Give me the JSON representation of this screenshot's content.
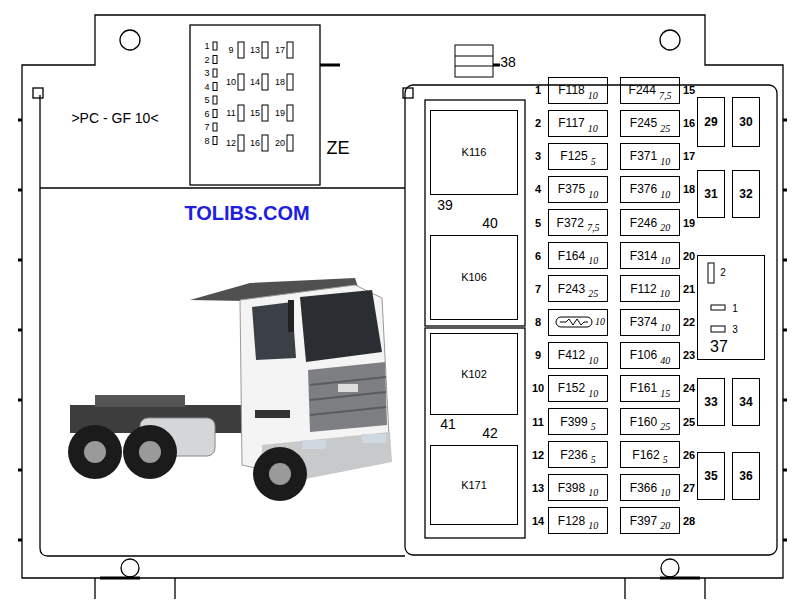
{
  "diagram": {
    "nodes": [
      {
        "text": [
          "K116"
        ]
      },
      {
        "text": [
          "K106"
        ]
      },
      {
        "text": [
          "K102"
        ]
      },
      {
        "text": [
          "K171"
        ]
      },
      {
        "text": [
          "F118",
          "10"
        ]
      },
      {
        "text": [
          "F117",
          "10"
        ]
      },
      {
        "text": [
          "F125",
          "5"
        ]
      },
      {
        "text": [
          "F375",
          "10"
        ]
      },
      {
        "text": [
          "F372",
          "7,5"
        ]
      },
      {
        "text": [
          "F164",
          "10"
        ]
      },
      {
        "text": [
          "F243",
          "25"
        ]
      },
      {
        "text": [
          "10"
        ]
      },
      {
        "text": [
          "F412",
          "10"
        ]
      },
      {
        "text": [
          "F152",
          "10"
        ]
      },
      {
        "text": [
          "F399",
          "5"
        ]
      },
      {
        "text": [
          "F236",
          "5"
        ]
      },
      {
        "text": [
          "F398",
          "10"
        ]
      },
      {
        "text": [
          "F128",
          "10"
        ]
      },
      {
        "text": [
          "F244",
          "7,5"
        ]
      },
      {
        "text": [
          "F245",
          "25"
        ]
      },
      {
        "text": [
          "F371",
          "10"
        ]
      },
      {
        "text": [
          "F376",
          "10"
        ]
      },
      {
        "text": [
          "F246",
          "20"
        ]
      },
      {
        "text": [
          "F314",
          "10"
        ]
      },
      {
        "text": [
          "F112",
          "10"
        ]
      },
      {
        "text": [
          "F374",
          "10"
        ]
      },
      {
        "text": [
          "F106",
          "40"
        ]
      },
      {
        "text": [
          "F161",
          "15"
        ]
      },
      {
        "text": [
          "F160",
          "25"
        ]
      },
      {
        "text": [
          "F162",
          "5"
        ]
      },
      {
        "text": [
          "F366",
          "10"
        ]
      },
      {
        "text": [
          "F397",
          "20"
        ]
      },
      {
        "text": [
          "29"
        ]
      },
      {
        "text": [
          "30"
        ]
      },
      {
        "text": [
          "31"
        ]
      },
      {
        "text": [
          "32"
        ]
      },
      {
        "text": [
          "33"
        ]
      },
      {
        "text": [
          "34"
        ]
      },
      {
        "text": [
          "35"
        ]
      },
      {
        "text": [
          "36"
        ]
      },
      {
        "text": [
          "2",
          "1",
          "3",
          "37"
        ]
      }
    ],
    "labels": [
      ">PC - GF 10<",
      "1",
      "2",
      "3",
      "4",
      "5",
      "6",
      "7",
      "8",
      "9",
      "13",
      "17",
      "10",
      "14",
      "18",
      "11",
      "15",
      "19",
      "12",
      "16",
      "20",
      "ZE",
      "38",
      "TOLIBS.COM",
      "39",
      "40",
      "41",
      "42",
      "1",
      "2",
      "3",
      "4",
      "5",
      "6",
      "7",
      "8",
      "9",
      "10",
      "11",
      "12",
      "13",
      "14",
      "15",
      "16",
      "17",
      "18",
      "19",
      "20",
      "21",
      "22",
      "23",
      "24",
      "25",
      "26",
      "27",
      "28"
    ]
  }
}
